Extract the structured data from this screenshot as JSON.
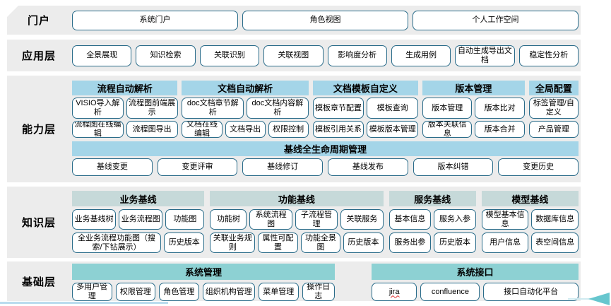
{
  "colors": {
    "band_bg": "#ececec",
    "header_blue": "#a4d5e8",
    "header_gray": "#c6d9d9",
    "header_teal": "#8dd1d3",
    "btn_border": "#2a6c8a",
    "accent_line": "#b9dcee",
    "arrow_teal": "#66c6ce"
  },
  "portal": {
    "label": "门户",
    "items": [
      "系统门户",
      "角色视图",
      "个人工作空间"
    ]
  },
  "app": {
    "label": "应用层",
    "items": [
      "全景展现",
      "知识检索",
      "关联识别",
      "关联视图",
      "影响度分析",
      "生成用例",
      "自动生成导出文档",
      "稳定性分析"
    ]
  },
  "capability": {
    "label": "能力层",
    "sections": [
      {
        "title": "流程自动解析",
        "rows": [
          [
            "VISIO导入解析",
            "流程图前端展示"
          ],
          [
            "流程图在线编辑",
            "流程图导出"
          ]
        ]
      },
      {
        "title": "文档自动解析",
        "rows": [
          [
            "doc文档章节解析",
            "doc文档内容解析"
          ],
          [
            "文档在线编辑",
            "文档导出",
            "权限控制"
          ]
        ]
      },
      {
        "title": "文档模板自定义",
        "rows": [
          [
            "模板章节配置",
            "模板查询"
          ],
          [
            "模板引用关系",
            "模板版本管理"
          ]
        ]
      },
      {
        "title": "版本管理",
        "rows": [
          [
            "版本管理",
            "版本比对"
          ],
          [
            "版本关联信息",
            "版本合并"
          ]
        ]
      },
      {
        "title": "全局配置",
        "rows": [
          [
            "标签管理/自定义"
          ],
          [
            "产品管理"
          ]
        ]
      }
    ],
    "baseline": {
      "title": "基线全生命周期管理",
      "items": [
        "基线变更",
        "变更评审",
        "基线修订",
        "基线发布",
        "版本纠错",
        "变更历史"
      ]
    }
  },
  "knowledge": {
    "label": "知识层",
    "sections": [
      {
        "title": "业务基线",
        "rows": [
          [
            "业务基线树",
            "业务流程图",
            "功能图"
          ],
          [
            "全业务流程功能图（搜索/下钻展示）",
            "历史版本"
          ]
        ]
      },
      {
        "title": "功能基线",
        "rows": [
          [
            "功能树",
            "系统流程图",
            "子流程管理",
            "关联服务"
          ],
          [
            "关联业务规则",
            "属性可配置",
            "功能全景图",
            "历史版本"
          ]
        ]
      },
      {
        "title": "服务基线",
        "rows": [
          [
            "基本信息",
            "服务入参"
          ],
          [
            "服务出参",
            "历史版本"
          ]
        ]
      },
      {
        "title": "模型基线",
        "rows": [
          [
            "模型基本信息",
            "数据库信息"
          ],
          [
            "用户信息",
            "表空间信息"
          ]
        ]
      }
    ]
  },
  "foundation": {
    "label": "基础层",
    "sections": [
      {
        "title": "系统管理",
        "rows": [
          [
            "多用户管理",
            "权限管理",
            "角色管理",
            "组织机构管理",
            "菜单管理",
            "操作日志"
          ]
        ]
      },
      {
        "title": "系统接口",
        "rows": [
          [
            "jira",
            "confluence",
            "接口自动化平台"
          ]
        ]
      }
    ]
  }
}
